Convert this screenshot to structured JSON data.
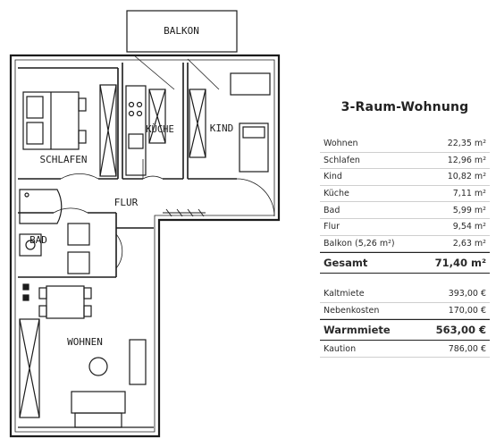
{
  "floorplan": {
    "rooms": {
      "balkon": "BALKON",
      "schlafen": "SCHLAFEN",
      "kueche": "KÜCHE",
      "kind": "KIND",
      "flur": "FLUR",
      "bad": "BAD",
      "wohnen": "WOHNEN"
    }
  },
  "panel": {
    "title": "3-Raum-Wohnung",
    "areas": [
      {
        "label": "Wohnen",
        "value": "22,35 m²"
      },
      {
        "label": "Schlafen",
        "value": "12,96 m²"
      },
      {
        "label": "Kind",
        "value": "10,82 m²"
      },
      {
        "label": "Küche",
        "value": "7,11 m²"
      },
      {
        "label": "Bad",
        "value": "5,99 m²"
      },
      {
        "label": "Flur",
        "value": "9,54 m²"
      },
      {
        "label": "Balkon (5,26 m²)",
        "value": "2,63 m²"
      }
    ],
    "total": {
      "label": "Gesamt",
      "value": "71,40 m²"
    },
    "costs": [
      {
        "label": "Kaltmiete",
        "value": "393,00 €"
      },
      {
        "label": "Nebenkosten",
        "value": "170,00 €"
      }
    ],
    "warm": {
      "label": "Warmmiete",
      "value": "563,00 €"
    },
    "deposit": {
      "label": "Kaution",
      "value": "786,00 €"
    }
  }
}
